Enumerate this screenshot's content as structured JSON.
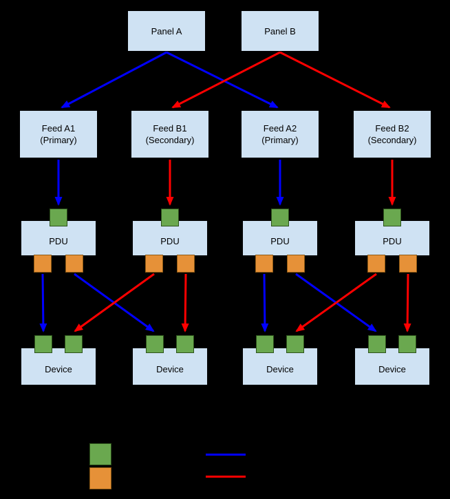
{
  "nodes": {
    "panels": [
      {
        "label": "Panel A"
      },
      {
        "label": "Panel B"
      }
    ],
    "feeds": [
      {
        "name": "Feed A1",
        "type": "(Primary)"
      },
      {
        "name": "Feed B1",
        "type": "(Secondary)"
      },
      {
        "name": "Feed A2",
        "type": "(Primary)"
      },
      {
        "name": "Feed B2",
        "type": "(Secondary)"
      }
    ],
    "pdus": [
      {
        "label": "PDU"
      },
      {
        "label": "PDU"
      },
      {
        "label": "PDU"
      },
      {
        "label": "PDU"
      }
    ],
    "devices": [
      {
        "label": "Device"
      },
      {
        "label": "Device"
      },
      {
        "label": "Device"
      },
      {
        "label": "Device"
      }
    ]
  },
  "connections": [
    {
      "from": "Panel A",
      "to": "Feed A1 (Primary)",
      "color": "#0000ff"
    },
    {
      "from": "Panel A",
      "to": "Feed A2 (Primary)",
      "color": "#0000ff"
    },
    {
      "from": "Panel B",
      "to": "Feed B1 (Secondary)",
      "color": "#ff0000"
    },
    {
      "from": "Panel B",
      "to": "Feed B2 (Secondary)",
      "color": "#ff0000"
    },
    {
      "from": "Feed A1",
      "to": "PDU 1 input",
      "color": "#0000ff"
    },
    {
      "from": "Feed B1",
      "to": "PDU 2 input",
      "color": "#ff0000"
    },
    {
      "from": "Feed A2",
      "to": "PDU 3 input",
      "color": "#0000ff"
    },
    {
      "from": "Feed B2",
      "to": "PDU 4 input",
      "color": "#ff0000"
    },
    {
      "from": "PDU 1 output-left",
      "to": "Device 1 input-left",
      "color": "#0000ff"
    },
    {
      "from": "PDU 1 output-right",
      "to": "Device 2 input-left",
      "color": "#0000ff"
    },
    {
      "from": "PDU 2 output-left",
      "to": "Device 1 input-right",
      "color": "#ff0000"
    },
    {
      "from": "PDU 2 output-right",
      "to": "Device 2 input-right",
      "color": "#ff0000"
    },
    {
      "from": "PDU 3 output-left",
      "to": "Device 3 input-left",
      "color": "#0000ff"
    },
    {
      "from": "PDU 3 output-right",
      "to": "Device 4 input-left",
      "color": "#0000ff"
    },
    {
      "from": "PDU 4 output-left",
      "to": "Device 3 input-right",
      "color": "#ff0000"
    },
    {
      "from": "PDU 4 output-right",
      "to": "Device 4 input-right",
      "color": "#ff0000"
    }
  ],
  "colors": {
    "background": "#000000",
    "node_fill": "#cfe2f3",
    "node_border": "#000000",
    "input_port": "#6aa84f",
    "output_port": "#e69138",
    "primary_arrow": "#0000ff",
    "secondary_arrow": "#ff0000"
  },
  "legend": {
    "swatches": [
      {
        "icon": "input-port-swatch",
        "color": "#6aa84f"
      },
      {
        "icon": "output-port-swatch",
        "color": "#e69138"
      }
    ],
    "lines": [
      {
        "icon": "primary-path-line",
        "color": "#0000ff"
      },
      {
        "icon": "secondary-path-line",
        "color": "#ff0000"
      }
    ]
  }
}
